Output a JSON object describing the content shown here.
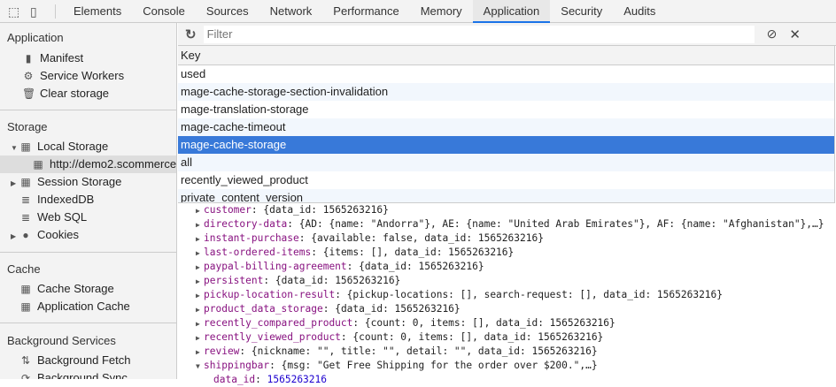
{
  "tabs": [
    "Elements",
    "Console",
    "Sources",
    "Network",
    "Performance",
    "Memory",
    "Application",
    "Security",
    "Audits"
  ],
  "active_tab": "Application",
  "sidebar": {
    "application": {
      "title": "Application",
      "items": [
        "Manifest",
        "Service Workers",
        "Clear storage"
      ]
    },
    "storage": {
      "title": "Storage",
      "items": [
        "Local Storage",
        "http://demo2.scommerce-mage.co.uk",
        "Session Storage",
        "IndexedDB",
        "Web SQL",
        "Cookies"
      ]
    },
    "cache": {
      "title": "Cache",
      "items": [
        "Cache Storage",
        "Application Cache"
      ]
    },
    "background": {
      "title": "Background Services",
      "items": [
        "Background Fetch",
        "Background Sync"
      ]
    }
  },
  "toolbar": {
    "filter_placeholder": "Filter"
  },
  "table": {
    "header": "Key",
    "rows": [
      "used",
      "mage-cache-storage-section-invalidation",
      "mage-translation-storage",
      "mage-cache-timeout",
      "mage-cache-storage",
      "all",
      "recently_viewed_product",
      "private_content_version"
    ],
    "selected": "mage-cache-storage"
  },
  "preview": [
    {
      "key": "customer",
      "value": "{data_id: 1565263216}",
      "expanded": false
    },
    {
      "key": "directory-data",
      "value": "{AD: {name: \"Andorra\"}, AE: {name: \"United Arab Emirates\"}, AF: {name: \"Afghanistan\"},…}",
      "expanded": false
    },
    {
      "key": "instant-purchase",
      "value": "{available: false, data_id: 1565263216}",
      "expanded": false
    },
    {
      "key": "last-ordered-items",
      "value": "{items: [], data_id: 1565263216}",
      "expanded": false
    },
    {
      "key": "paypal-billing-agreement",
      "value": "{data_id: 1565263216}",
      "expanded": false
    },
    {
      "key": "persistent",
      "value": "{data_id: 1565263216}",
      "expanded": false
    },
    {
      "key": "pickup-location-result",
      "value": "{pickup-locations: [], search-request: [], data_id: 1565263216}",
      "expanded": false
    },
    {
      "key": "product_data_storage",
      "value": "{data_id: 1565263216}",
      "expanded": false
    },
    {
      "key": "recently_compared_product",
      "value": "{count: 0, items: [], data_id: 1565263216}",
      "expanded": false
    },
    {
      "key": "recently_viewed_product",
      "value": "{count: 0, items: [], data_id: 1565263216}",
      "expanded": false
    },
    {
      "key": "review",
      "value": "{nickname: \"\", title: \"\", detail: \"\", data_id: 1565263216}",
      "expanded": false
    },
    {
      "key": "shippingbar",
      "value": "{msg: \"Get Free Shipping for the order over $200.\",…}",
      "expanded": true
    }
  ],
  "preview_child": {
    "key": "data_id",
    "value": "1565263216"
  }
}
